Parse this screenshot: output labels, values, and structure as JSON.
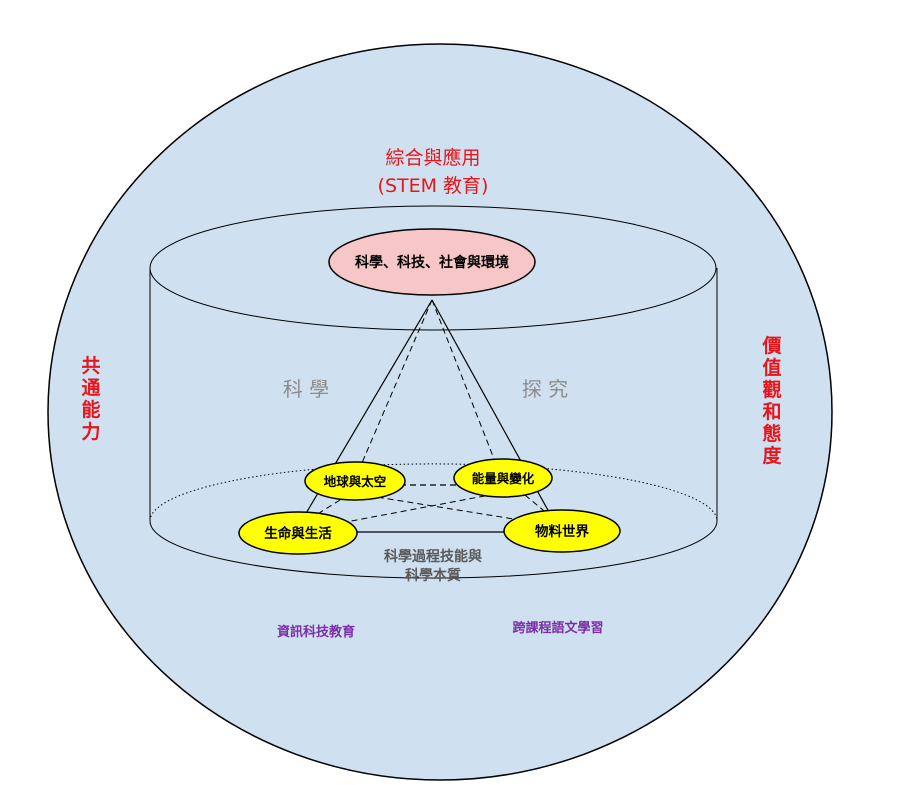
{
  "top_label": {
    "line1": "綜合與應用",
    "line2": "(STEM 教育)"
  },
  "top_ellipse_label": "科學、科技、社會與環境",
  "left_side_label": [
    "共",
    "通",
    "能",
    "力"
  ],
  "right_side_label": [
    "價",
    "值",
    "觀",
    "和",
    "態",
    "度"
  ],
  "inner_labels": {
    "left": "科 學",
    "right": "探 究"
  },
  "strands": {
    "earth_space": "地球與太空",
    "energy_change": "能量與變化",
    "life_living": "生命與生活",
    "material_world": "物料世界"
  },
  "bottom_label": {
    "line1": "科學過程技能與",
    "line2": "科學本質"
  },
  "outer_labels": {
    "left": "資訊科技教育",
    "right": "跨課程語文學習"
  },
  "colors": {
    "circle_fill": "#cfe1f0",
    "red_text": "#e8151b",
    "purple_text": "#7b2ea6",
    "yellow_ellipse": "#ffff00",
    "pink_ellipse": "#f7c6c6",
    "gray_text": "#8c8c8c"
  }
}
